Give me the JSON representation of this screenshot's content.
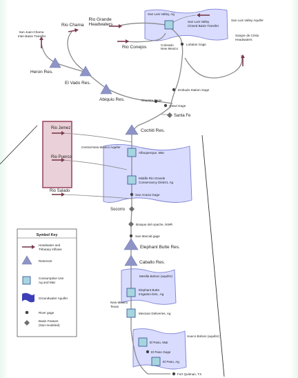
{
  "labels": {
    "rio_grande_headwaters": [
      "Rio Grande",
      "Headwaters"
    ],
    "rio_chama": "Rio Chama",
    "san_juan_chama": [
      "San Juan-Chama",
      "Inter-Basin Transfer"
    ],
    "san_luis_valley_ag": "San Luis Valley, Ag",
    "san_luis_closed_basin": [
      "San Luis Valley",
      "Closed Basin Transfer"
    ],
    "san_luis_valley_aquifer": "San Luis Valley Aquifer",
    "sangre_de_cristo": [
      "Sangre de Cristo",
      "Headwaters"
    ],
    "rio_conejos": "Rio Conejos",
    "colorado_new_mexico": [
      "Colorado",
      "New Mexico"
    ],
    "lobatos_gage": "Lobatos Gage",
    "heron_res": "Heron Res.",
    "el_vado_res": "El Vado Res.",
    "abiquiu_res": "Abiquiu Res.",
    "embudo_station_gage": "Embudo Station Gage",
    "chamita_gage": "Chamita Gage",
    "otowi_gage": "Otowi Gage",
    "santa_fe": "Santa Fe",
    "cochiti_res": "Cochiti Res.",
    "rio_jemez": "Rio Jemez",
    "central_nm_aquifer": "Central New Mexico Aquifer",
    "albuquerque_mi": "Albuquerque, M&I",
    "rio_puerco": "Rio Puerco",
    "mrgcd_ag": [
      "Middle Rio Grande",
      "Conservancy District, Ag"
    ],
    "san_acacia_gage": "San Acacia Gage",
    "rio_salado": "Rio Salado",
    "socorro": "Socorro",
    "bosque_del_apache": "Bosque del Apache, NWR",
    "san_marcial_gage": "San Marcial gage",
    "elephant_butte_res": "Elephant Butte Res.",
    "caballo_res": "Caballo Res.",
    "mesilla_bolson": "Mesilla Bolson (aquifer)",
    "ebid_ag": [
      "Elephant Butte",
      "Irrigation Dist., Ag"
    ],
    "nm_texas": [
      "New Mexico",
      "Texas"
    ],
    "mexican_deliveries": "Mexican Deliveries, Ag",
    "hueco_bolson": "Hueco Bolson (aquifer)",
    "el_paso_mi": "El Paso, M&I",
    "el_paso_gage": "El Paso Gage",
    "el_paso_ag": "El Paso, Ag",
    "fort_quitman": "Fort Quitman, TX"
  },
  "legend": {
    "title": "Symbol Key",
    "items": [
      {
        "icon": "inflow-arrow-icon",
        "text": [
          "Headwater and",
          "Tributary Inflows"
        ]
      },
      {
        "icon": "reservoir-triangle-icon",
        "text": [
          "Reservoir"
        ]
      },
      {
        "icon": "consumptive-use-square-icon",
        "text": [
          "Consumptive Use",
          "Ag and M&I"
        ]
      },
      {
        "icon": "groundwater-aquifer-icon",
        "text": [
          "Groundwater Aquifer"
        ]
      },
      {
        "icon": "river-gage-dot-icon",
        "text": [
          "River gage"
        ]
      },
      {
        "icon": "basin-feature-diamond-icon",
        "text": [
          "Basin Feature",
          "(Non-modeled)"
        ]
      }
    ]
  },
  "colors": {
    "aquifer_fill": "#d9dcff",
    "aquifer_stroke": "#7a7fd0",
    "reservoir": "#8e95c6",
    "consumptive_use": "#a7d5df",
    "inflow": "#7a3a4c",
    "highlight_box": "#9b4a63",
    "highlight_fill": "#d8a9b8",
    "river": "#8a8a8a"
  }
}
